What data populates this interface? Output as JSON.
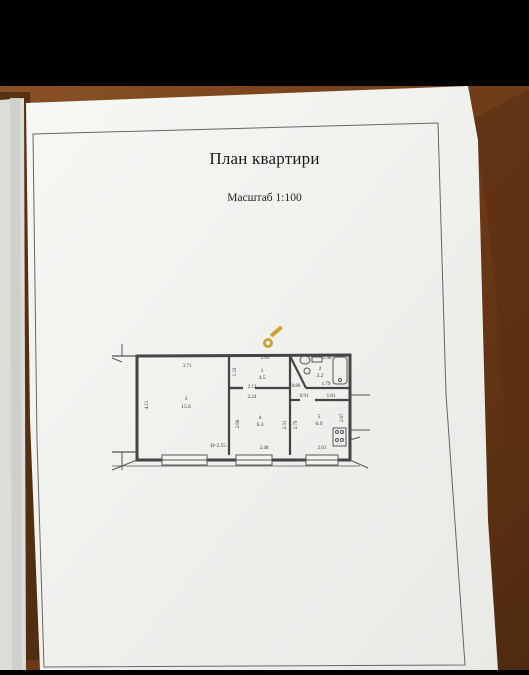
{
  "document": {
    "title": "План квартири",
    "scale_label": "Масштаб 1:100"
  },
  "floor_plan": {
    "room_labels": [
      {
        "id": "room-3",
        "number": "3",
        "area": "15.6"
      },
      {
        "id": "room-1",
        "number": "1",
        "area": "4.5"
      },
      {
        "id": "room-2",
        "number": "2",
        "area": "3.2"
      },
      {
        "id": "room-4",
        "number": "4",
        "area": "6.3"
      },
      {
        "id": "room-5",
        "number": "5",
        "area": "6.9"
      }
    ],
    "dimensions": [
      "3.71",
      "4.21",
      "2.63",
      "1.33",
      "2.40",
      "1.79",
      "2.12",
      "2.24",
      "0.86",
      "0.91",
      "1.81",
      "2.67",
      "2.66",
      "2.31",
      "2.79",
      "2.48",
      "2.61",
      "H=2.55"
    ]
  },
  "colors": {
    "background": "#000000",
    "table_wood": "#7a4520",
    "paper": "#f3f3f0",
    "frame": "#666666",
    "wall": "#444444",
    "key_stamp": "#c9a33a"
  }
}
